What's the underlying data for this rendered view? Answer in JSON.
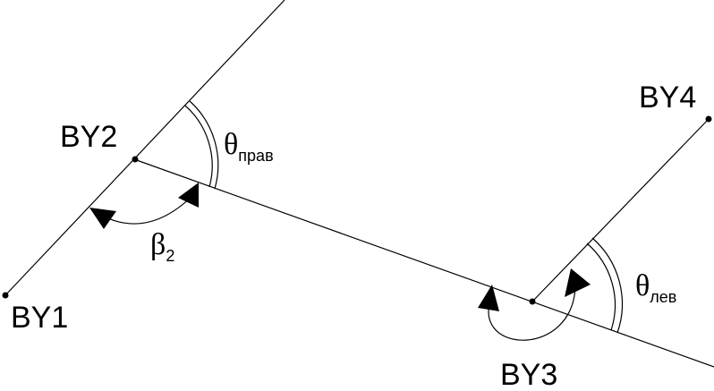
{
  "points": {
    "by1": "BY1",
    "by2": "BY2",
    "by3": "BY3",
    "by4": "BY4"
  },
  "angles": {
    "theta_right": {
      "symbol": "θ",
      "subscript": "прав"
    },
    "theta_left": {
      "symbol": "θ",
      "subscript": "лев"
    },
    "beta2": {
      "symbol": "β",
      "subscript": "2"
    }
  }
}
